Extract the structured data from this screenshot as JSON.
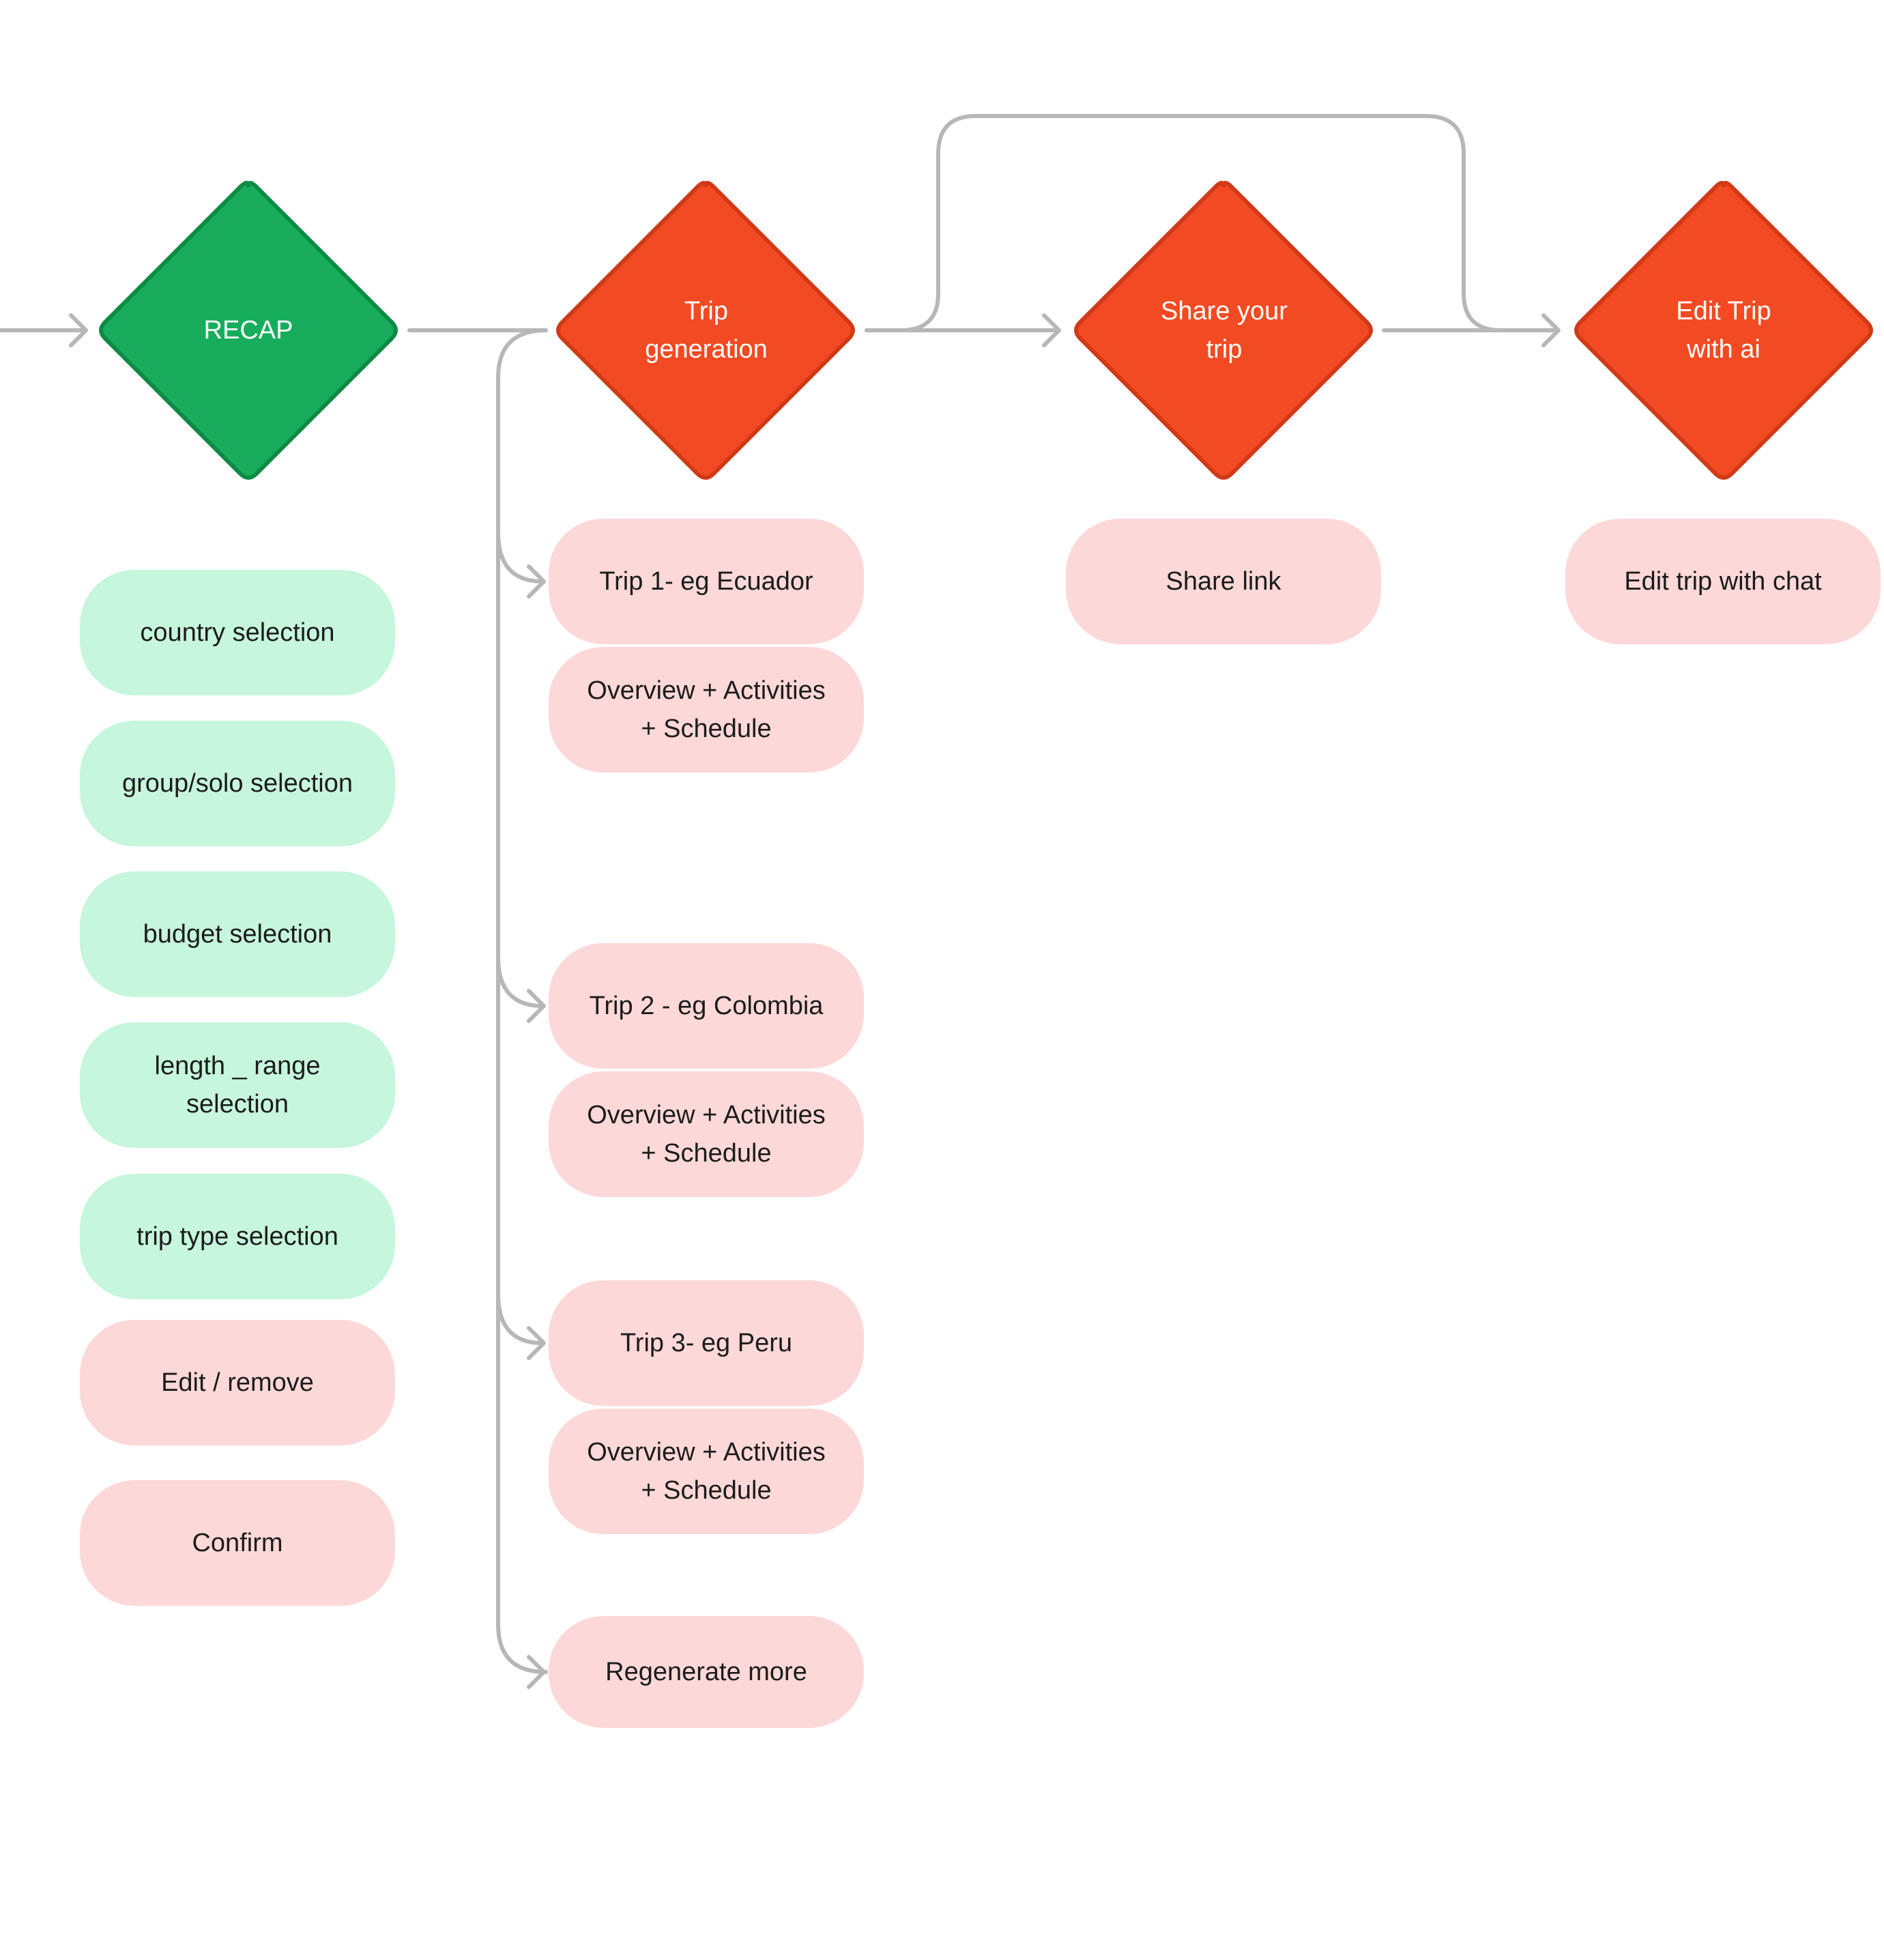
{
  "colors": {
    "decision_green": "#17ad5c",
    "decision_green_border": "#0e8a45",
    "decision_red": "#f24a22",
    "decision_red_border": "#d03a17",
    "box_green": "#c6f6dc",
    "box_pink": "#fdd8d8",
    "connector": "#b7b7b7"
  },
  "decisions": [
    {
      "id": "recap",
      "label": "RECAP",
      "color": "green"
    },
    {
      "id": "trip_generation",
      "label": "Trip\ngeneration",
      "color": "red"
    },
    {
      "id": "share_trip",
      "label": "Share your\ntrip",
      "color": "red"
    },
    {
      "id": "edit_trip_ai",
      "label": "Edit Trip\nwith ai",
      "color": "red"
    }
  ],
  "recap_steps": [
    "country selection",
    "group/solo selection",
    "budget selection",
    "length _ range\nselection",
    "trip type selection",
    "Edit / remove",
    "Confirm"
  ],
  "trip_options": [
    {
      "title": "Trip 1- eg Ecuador",
      "detail": "Overview + Activities\n+ Schedule"
    },
    {
      "title": "Trip 2 - eg Colombia",
      "detail": "Overview + Activities\n+ Schedule"
    },
    {
      "title": "Trip 3- eg Peru",
      "detail": "Overview + Activities\n+ Schedule"
    }
  ],
  "regenerate_label": "Regenerate more",
  "share_link_label": "Share link",
  "edit_chat_label": "Edit trip with chat"
}
